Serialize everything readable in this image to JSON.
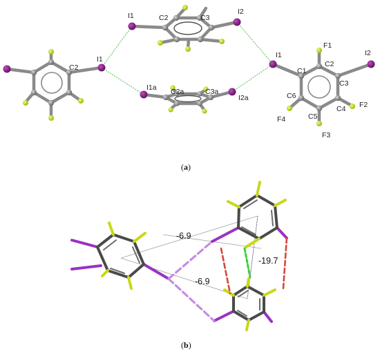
{
  "panels": {
    "a": {
      "label": "a"
    },
    "b": {
      "label": "b"
    }
  },
  "labels_a": {
    "left_I1": "I1",
    "left_C2": "C2",
    "top_I1": "I1",
    "top_C2": "C2",
    "top_C3": "C3",
    "top_I2": "I2",
    "mid_I1a": "I1a",
    "mid_C2a": "C2a",
    "mid_C3a": "C3a",
    "mid_I2a": "I2a",
    "right_I1": "I1",
    "right_F1": "F1",
    "right_I2": "I2",
    "right_C1": "C1",
    "right_C2": "C2",
    "right_C3": "C3",
    "right_C6": "C6",
    "right_C4": "C4",
    "right_F2": "F2",
    "right_F4": "F4",
    "right_C5": "C5",
    "right_F3": "F3"
  },
  "energies_b": {
    "e1": "-6.9",
    "e2": "-6.9",
    "e3": "-19.7"
  },
  "colors": {
    "iodine": "#8a1a8a",
    "fluorine": "#b8e61e",
    "carbon": "#8a8a8a",
    "bond_dark": "#3a3a3a",
    "halogen_bond": "#c58be0",
    "red_contact": "#d9443a",
    "green_contact": "#3ad23a",
    "xb_dotted": "#35b535"
  }
}
